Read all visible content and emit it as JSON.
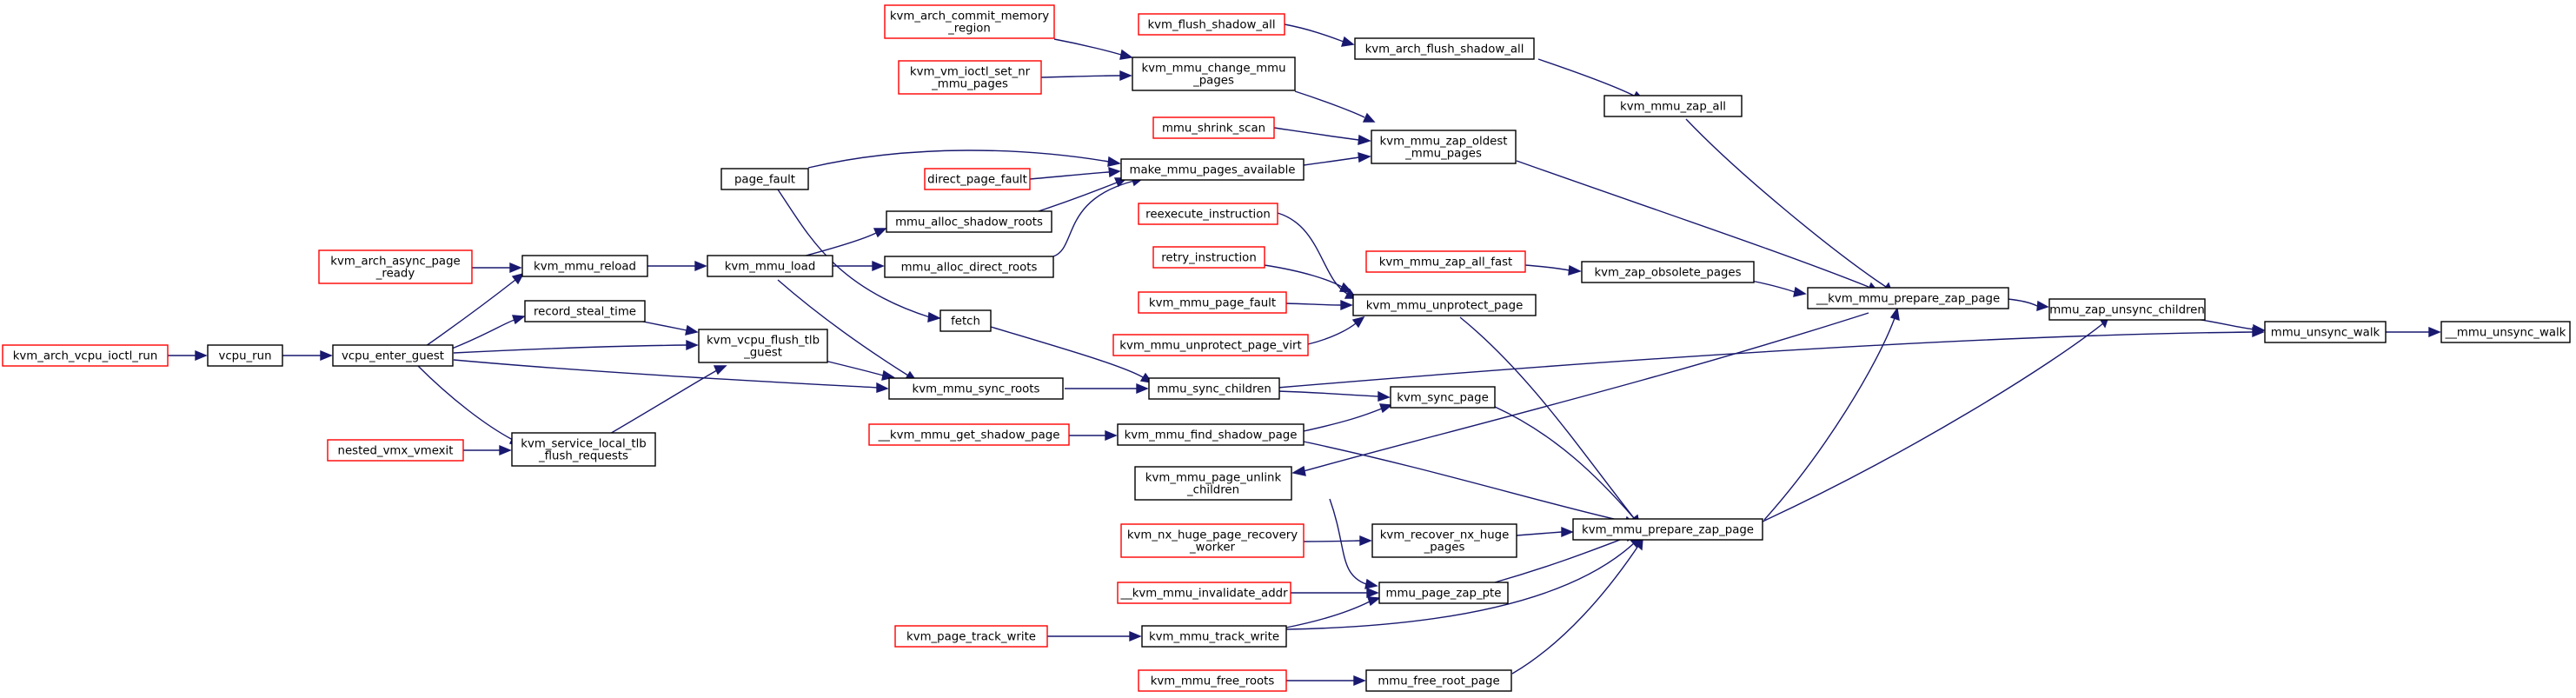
{
  "colors": {
    "edge": "#191970",
    "border_link": "#000000",
    "border_external": "#ff0000",
    "focus_fill": "#bfbfbf",
    "background": "#ffffff"
  },
  "nodes": [
    {
      "id": "mmu_unsync_walk_u",
      "lines": [
        "__mmu_unsync_walk"
      ],
      "style": "focus"
    },
    {
      "id": "mmu_unsync_walk",
      "lines": [
        "mmu_unsync_walk"
      ],
      "style": "link"
    },
    {
      "id": "mmu_zap_unsync_children",
      "lines": [
        "mmu_zap_unsync_children"
      ],
      "style": "link"
    },
    {
      "id": "mmu_sync_children",
      "lines": [
        "mmu_sync_children"
      ],
      "style": "link"
    },
    {
      "id": "kvm_mmu_prepare_zap_page_u",
      "lines": [
        "__kvm_mmu_prepare_zap_page"
      ],
      "style": "link"
    },
    {
      "id": "kvm_mmu_prepare_zap_page",
      "lines": [
        "kvm_mmu_prepare_zap_page"
      ],
      "style": "link"
    },
    {
      "id": "kvm_zap_obsolete_pages",
      "lines": [
        "kvm_zap_obsolete_pages"
      ],
      "style": "link"
    },
    {
      "id": "kvm_mmu_zap_all",
      "lines": [
        "kvm_mmu_zap_all"
      ],
      "style": "link"
    },
    {
      "id": "kvm_mmu_zap_oldest_mmu_pages",
      "lines": [
        "kvm_mmu_zap_oldest",
        "_mmu_pages"
      ],
      "style": "link"
    },
    {
      "id": "kvm_arch_flush_shadow_all",
      "lines": [
        "kvm_arch_flush_shadow_all"
      ],
      "style": "link"
    },
    {
      "id": "kvm_flush_shadow_all",
      "lines": [
        "kvm_flush_shadow_all"
      ],
      "style": "external"
    },
    {
      "id": "kvm_mmu_change_mmu_pages",
      "lines": [
        "kvm_mmu_change_mmu",
        "_pages"
      ],
      "style": "link"
    },
    {
      "id": "kvm_arch_commit_memory_region",
      "lines": [
        "kvm_arch_commit_memory",
        "_region"
      ],
      "style": "external"
    },
    {
      "id": "kvm_vm_ioctl_set_nr_mmu_pages",
      "lines": [
        "kvm_vm_ioctl_set_nr",
        "_mmu_pages"
      ],
      "style": "external"
    },
    {
      "id": "mmu_shrink_scan",
      "lines": [
        "mmu_shrink_scan"
      ],
      "style": "external"
    },
    {
      "id": "make_mmu_pages_available",
      "lines": [
        "make_mmu_pages_available"
      ],
      "style": "link"
    },
    {
      "id": "direct_page_fault",
      "lines": [
        "direct_page_fault"
      ],
      "style": "external"
    },
    {
      "id": "page_fault",
      "lines": [
        "page_fault"
      ],
      "style": "link"
    },
    {
      "id": "mmu_alloc_shadow_roots",
      "lines": [
        "mmu_alloc_shadow_roots"
      ],
      "style": "link"
    },
    {
      "id": "mmu_alloc_direct_roots",
      "lines": [
        "mmu_alloc_direct_roots"
      ],
      "style": "link"
    },
    {
      "id": "kvm_mmu_load",
      "lines": [
        "kvm_mmu_load"
      ],
      "style": "link"
    },
    {
      "id": "kvm_mmu_reload",
      "lines": [
        "kvm_mmu_reload"
      ],
      "style": "link"
    },
    {
      "id": "kvm_arch_async_page_ready",
      "lines": [
        "kvm_arch_async_page",
        "_ready"
      ],
      "style": "external"
    },
    {
      "id": "vcpu_enter_guest",
      "lines": [
        "vcpu_enter_guest"
      ],
      "style": "link"
    },
    {
      "id": "vcpu_run",
      "lines": [
        "vcpu_run"
      ],
      "style": "link"
    },
    {
      "id": "kvm_arch_vcpu_ioctl_run",
      "lines": [
        "kvm_arch_vcpu_ioctl_run"
      ],
      "style": "external"
    },
    {
      "id": "record_steal_time",
      "lines": [
        "record_steal_time"
      ],
      "style": "link"
    },
    {
      "id": "kvm_vcpu_flush_tlb_guest",
      "lines": [
        "kvm_vcpu_flush_tlb",
        "_guest"
      ],
      "style": "link"
    },
    {
      "id": "kvm_service_local_tlb_flush_requests",
      "lines": [
        "kvm_service_local_tlb",
        "_flush_requests"
      ],
      "style": "link"
    },
    {
      "id": "nested_vmx_vmexit",
      "lines": [
        "nested_vmx_vmexit"
      ],
      "style": "external"
    },
    {
      "id": "kvm_mmu_sync_roots",
      "lines": [
        "kvm_mmu_sync_roots"
      ],
      "style": "link"
    },
    {
      "id": "fetch",
      "lines": [
        "fetch"
      ],
      "style": "link"
    },
    {
      "id": "reexecute_instruction",
      "lines": [
        "reexecute_instruction"
      ],
      "style": "external"
    },
    {
      "id": "retry_instruction",
      "lines": [
        "retry_instruction"
      ],
      "style": "external"
    },
    {
      "id": "kvm_mmu_page_fault",
      "lines": [
        "kvm_mmu_page_fault"
      ],
      "style": "external"
    },
    {
      "id": "kvm_mmu_unprotect_page_virt",
      "lines": [
        "kvm_mmu_unprotect_page_virt"
      ],
      "style": "external"
    },
    {
      "id": "kvm_mmu_unprotect_page",
      "lines": [
        "kvm_mmu_unprotect_page"
      ],
      "style": "link"
    },
    {
      "id": "kvm_mmu_zap_all_fast",
      "lines": [
        "kvm_mmu_zap_all_fast"
      ],
      "style": "external"
    },
    {
      "id": "kvm_sync_page",
      "lines": [
        "kvm_sync_page"
      ],
      "style": "link"
    },
    {
      "id": "kvm_mmu_find_shadow_page",
      "lines": [
        "kvm_mmu_find_shadow_page"
      ],
      "style": "link"
    },
    {
      "id": "kvm_mmu_get_shadow_page_u",
      "lines": [
        "__kvm_mmu_get_shadow_page"
      ],
      "style": "external"
    },
    {
      "id": "kvm_mmu_page_unlink_children",
      "lines": [
        "kvm_mmu_page_unlink",
        "_children"
      ],
      "style": "link"
    },
    {
      "id": "kvm_nx_huge_page_recovery_worker",
      "lines": [
        "kvm_nx_huge_page_recovery",
        "_worker"
      ],
      "style": "external"
    },
    {
      "id": "kvm_recover_nx_huge_pages",
      "lines": [
        "kvm_recover_nx_huge",
        "_pages"
      ],
      "style": "link"
    },
    {
      "id": "kvm_mmu_invalidate_addr_u",
      "lines": [
        "__kvm_mmu_invalidate_addr"
      ],
      "style": "external"
    },
    {
      "id": "mmu_page_zap_pte",
      "lines": [
        "mmu_page_zap_pte"
      ],
      "style": "link"
    },
    {
      "id": "kvm_page_track_write",
      "lines": [
        "kvm_page_track_write"
      ],
      "style": "external"
    },
    {
      "id": "kvm_mmu_track_write",
      "lines": [
        "kvm_mmu_track_write"
      ],
      "style": "link"
    },
    {
      "id": "kvm_mmu_free_roots",
      "lines": [
        "kvm_mmu_free_roots"
      ],
      "style": "external"
    },
    {
      "id": "mmu_free_root_page",
      "lines": [
        "mmu_free_root_page"
      ],
      "style": "link"
    }
  ]
}
